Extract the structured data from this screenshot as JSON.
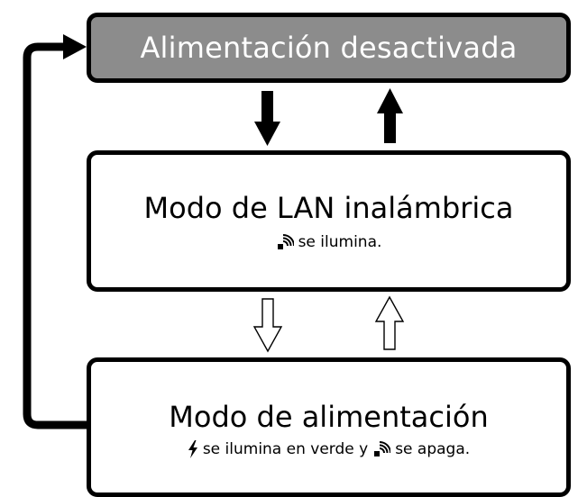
{
  "nodes": {
    "power_off": {
      "title": "Alimentación desactivada"
    },
    "wireless_lan": {
      "title": "Modo de LAN inalámbrica",
      "desc_after_icon": "se ilumina."
    },
    "power_mode": {
      "title": "Modo de alimentación",
      "desc_part1": "se ilumina en verde y",
      "desc_part2": "se apaga."
    }
  },
  "colors": {
    "power_off_fill": "#8c8c8c",
    "power_off_text": "#ffffff",
    "border": "#000000",
    "outline_arrow_fill": "#ffffff"
  },
  "icons": {
    "wireless": "wifi-signal-icon",
    "power": "lightning-bolt-icon"
  },
  "edges": [
    {
      "from": "power_off",
      "to": "wireless_lan",
      "style": "solid"
    },
    {
      "from": "wireless_lan",
      "to": "power_off",
      "style": "solid"
    },
    {
      "from": "wireless_lan",
      "to": "power_mode",
      "style": "outline"
    },
    {
      "from": "power_mode",
      "to": "wireless_lan",
      "style": "outline"
    },
    {
      "from": "power_mode",
      "to": "power_off",
      "style": "solid-loop"
    }
  ]
}
